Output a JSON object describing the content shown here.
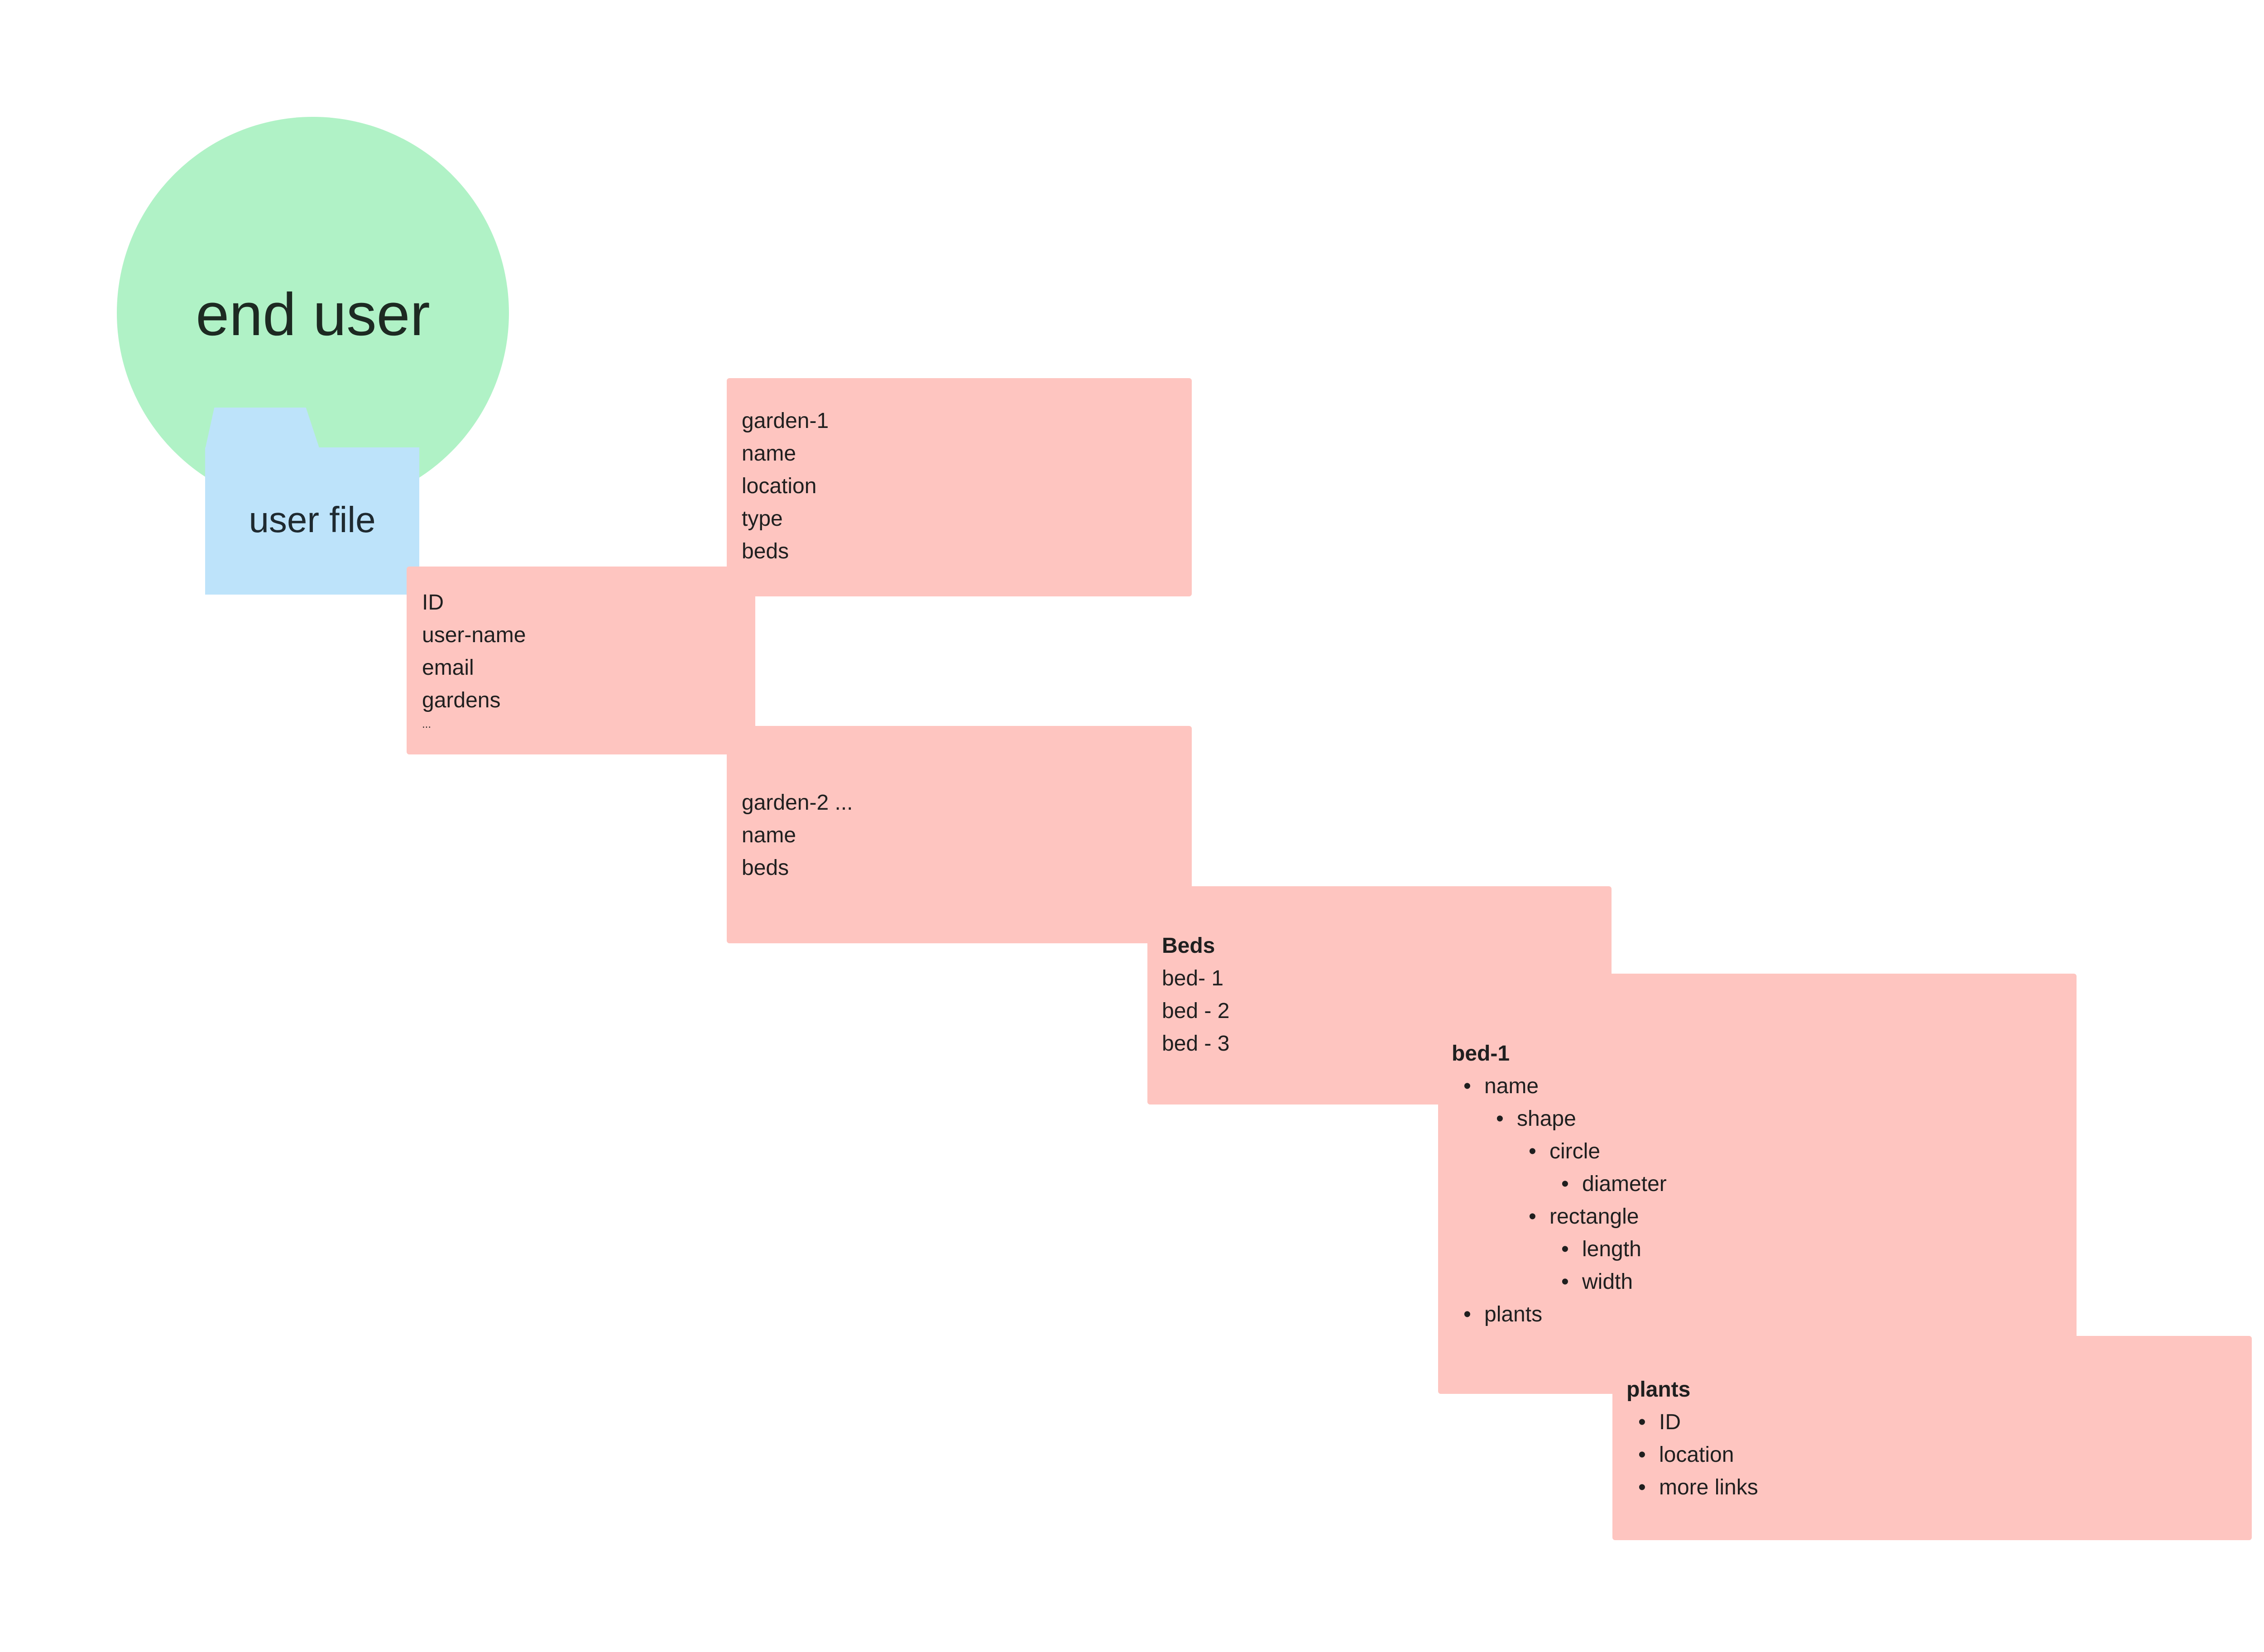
{
  "end_user": {
    "label": "end user"
  },
  "user_file": {
    "label": "user file"
  },
  "user_card": {
    "lines": [
      "ID",
      "user-name",
      "email",
      "gardens"
    ],
    "ellipsis": "..."
  },
  "garden1_card": {
    "lines": [
      "garden-1",
      "name",
      "location",
      "type",
      "beds"
    ]
  },
  "garden2_card": {
    "lines": [
      "garden-2 ...",
      "name",
      "beds"
    ]
  },
  "beds_card": {
    "title": "Beds",
    "lines": [
      "bed- 1",
      "bed - 2",
      "bed - 3"
    ]
  },
  "bed1_card": {
    "title": "bed-1",
    "items": [
      "name",
      "shape",
      "circle",
      "diameter",
      "rectangle",
      "length",
      "width",
      "plants"
    ]
  },
  "plants_card": {
    "title": "plants",
    "items": [
      "ID",
      "location",
      "more links"
    ]
  },
  "colors": {
    "circle": "#b0f2c6",
    "folder": "#bde3fa",
    "card": "#fec5c0"
  }
}
